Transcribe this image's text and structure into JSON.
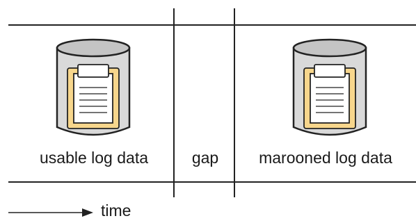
{
  "sections": [
    {
      "label": "usable log data"
    },
    {
      "label": "gap"
    },
    {
      "label": "marooned log data"
    }
  ],
  "axis": {
    "label": "time"
  },
  "colors": {
    "cylinder_fill": "#d9d9d9",
    "cylinder_top": "#c4c4c4",
    "clipboard_board": "#f7d68c",
    "paper": "#ffffff",
    "line": "#222222"
  },
  "icons": [
    "database-icon",
    "clipboard-icon",
    "arrow-right-icon"
  ]
}
